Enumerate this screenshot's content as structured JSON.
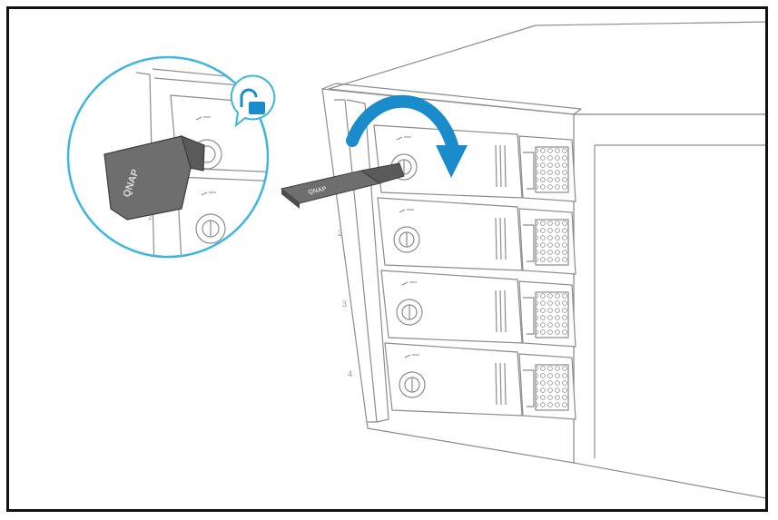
{
  "figure": {
    "colors": {
      "outline": "#8c8c8c",
      "key": "#6e6e6e",
      "key_shadow": "#4d4d4d",
      "callout_circle": "#3fb6dd",
      "rotate_arrow": "#1a8ccc",
      "unlock_badge": "#1a8ccc",
      "frame": "#111111"
    },
    "icons": [
      "unlock-icon",
      "rotate-clockwise-arrow-icon",
      "key-icon"
    ],
    "callout": {
      "key_brand": "QNAP",
      "bay_numbers": [
        "2"
      ]
    },
    "enclosure": {
      "key_brand": "QNAP",
      "bay_numbers": [
        "2",
        "3",
        "4"
      ],
      "bay_count": 4
    }
  }
}
